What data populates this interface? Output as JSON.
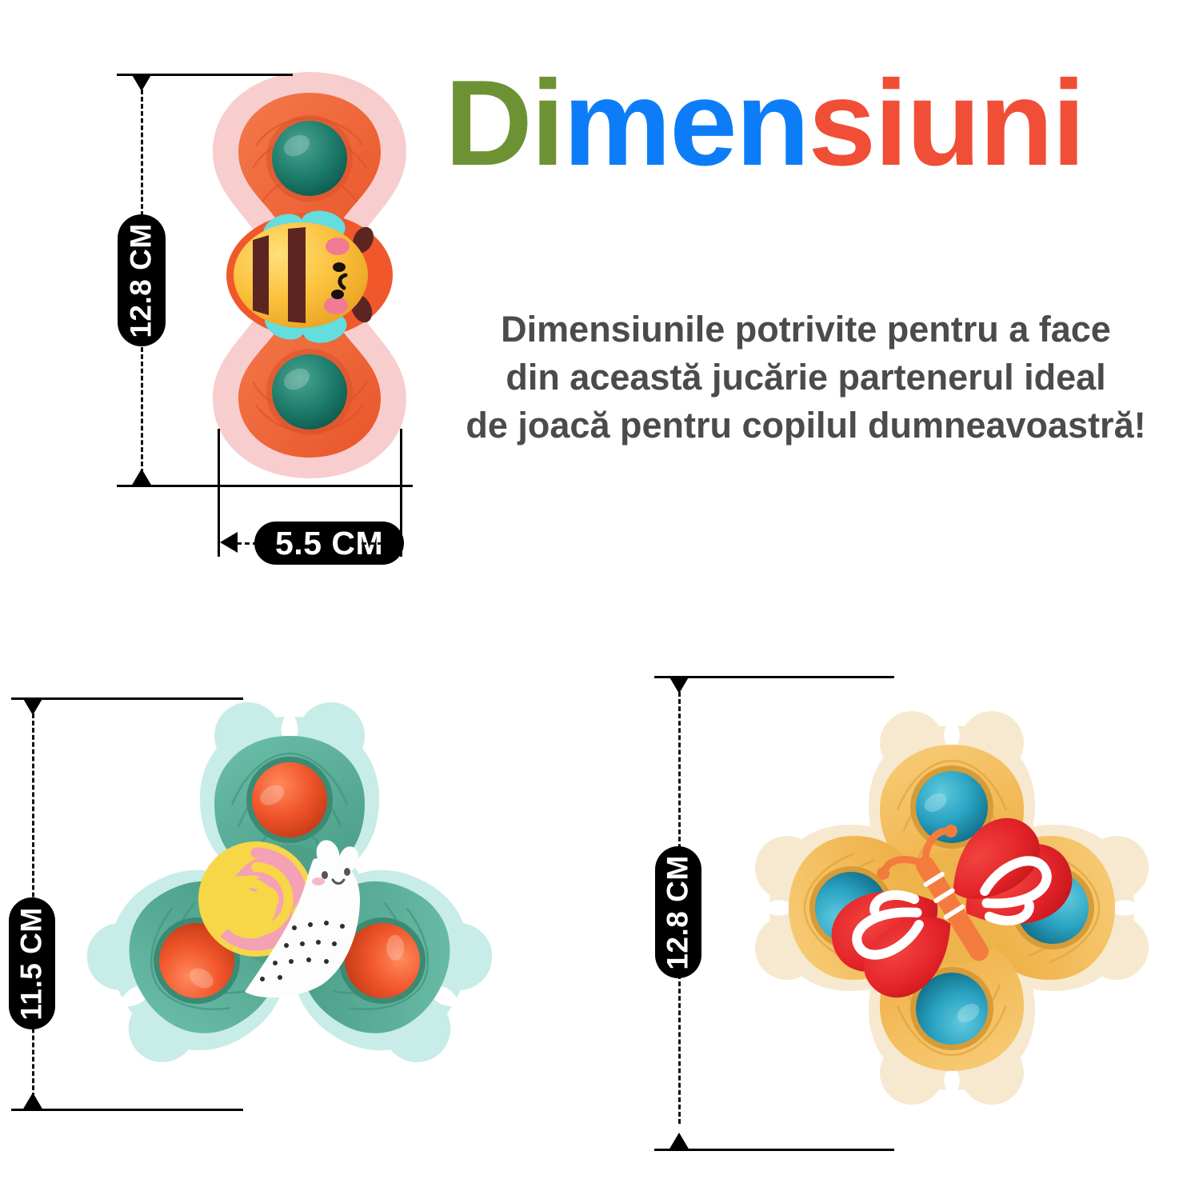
{
  "headline": {
    "segments": [
      {
        "text": "Di",
        "color": "#6d9234"
      },
      {
        "text": "men",
        "color": "#0d7df7"
      },
      {
        "text": "siuni",
        "color": "#f04e37"
      }
    ],
    "full_text": "Dimensiuni"
  },
  "body": {
    "line1": "Dimensiunile potrivite pentru a face",
    "line2": "din această jucărie partenerul ideal",
    "line3": "de joacă pentru copilul dumneavoastră!",
    "color": "#4b4b4b"
  },
  "dimensions": {
    "bee_height": "12.8 CM",
    "bee_width": "5.5 CM",
    "snail_height": "11.5 CM",
    "butterfly_height": "12.8 CM"
  },
  "products": {
    "bee": {
      "name": "bee-spinner-toy",
      "base_color": "#f8cdcd",
      "petal_color": "#ef6a3d",
      "ball_color": "#1f7a6a",
      "body_color": "#fbc13c",
      "stripe_color": "#5d2522",
      "wing_color": "#63ddde",
      "cheek_color": "#f07b93",
      "petals": 2,
      "balls": 2
    },
    "snail": {
      "name": "snail-spinner-toy",
      "base_color": "#c8ece8",
      "petal_color": "#5ab39c",
      "ball_color": "#f15a30",
      "shell_outer": "#f7d648",
      "shell_inner": "#f4a0b5",
      "body_color": "#fdfdfd",
      "petals": 3,
      "balls": 3
    },
    "butterfly": {
      "name": "butterfly-spinner-toy",
      "base_color": "#f7e9cf",
      "petal_color": "#f4bf5e",
      "ball_color": "#2fa9c6",
      "wing_color": "#e8262b",
      "wing_mark_color": "#ffffff",
      "body_color": "#f47b3e",
      "petals": 4,
      "balls": 4
    }
  }
}
